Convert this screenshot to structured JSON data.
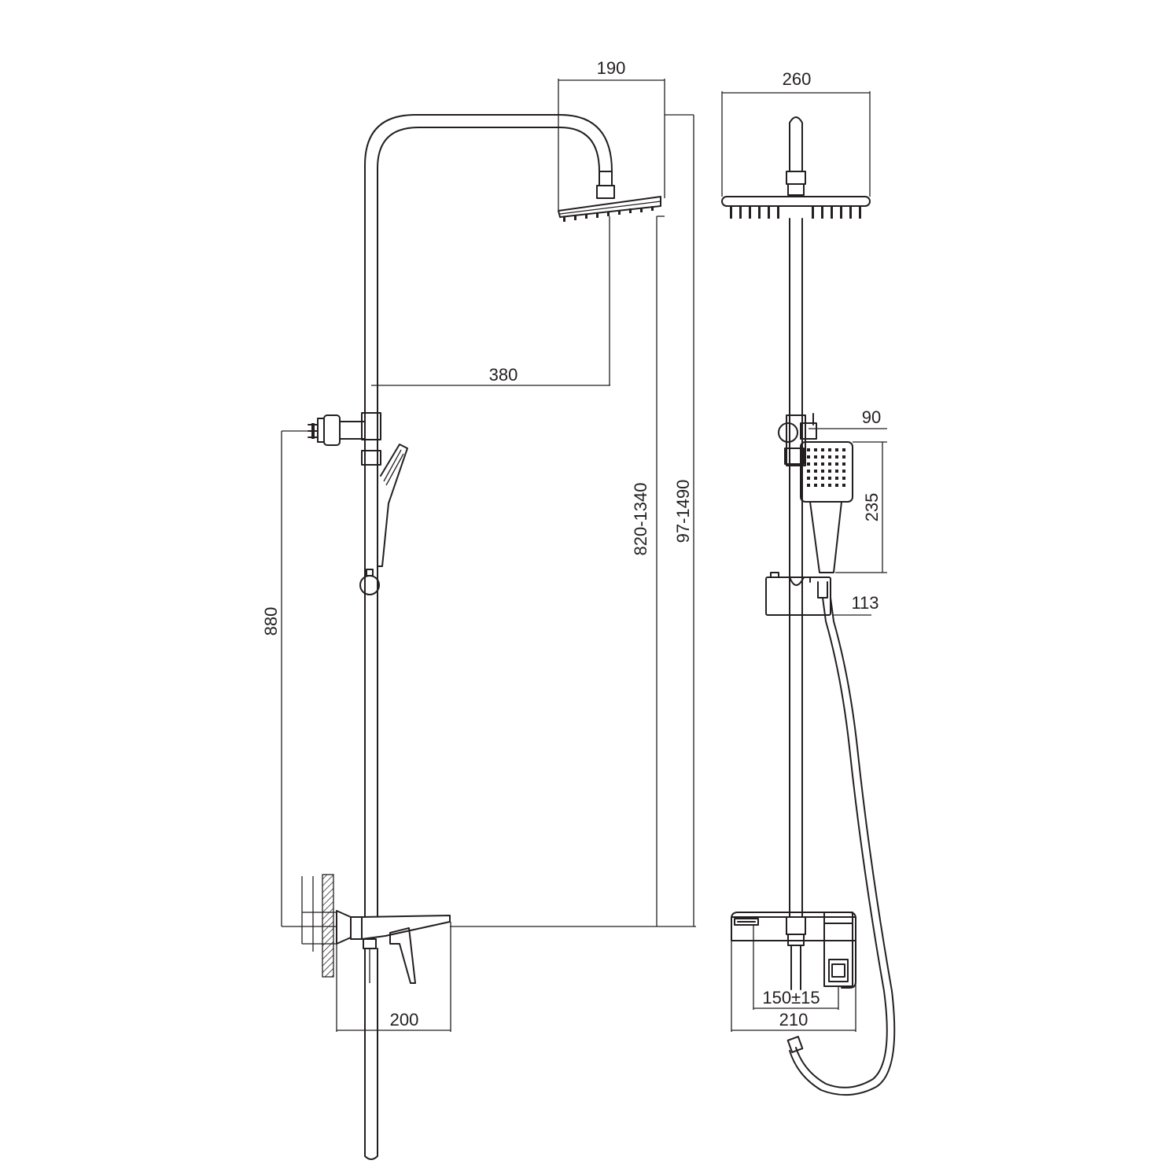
{
  "dimensions": {
    "head_width_side": "190",
    "head_width_front": "260",
    "arm_reach": "380",
    "handset_holder_offset": "90",
    "handset_length": "235",
    "slider_offset": "113",
    "mixer_height_range": "820-1340",
    "total_height_range": "97-1490",
    "wall_bracket_spacing": "880",
    "mixer_depth": "200",
    "mixer_centres": "150±15",
    "mixer_width": "210"
  }
}
